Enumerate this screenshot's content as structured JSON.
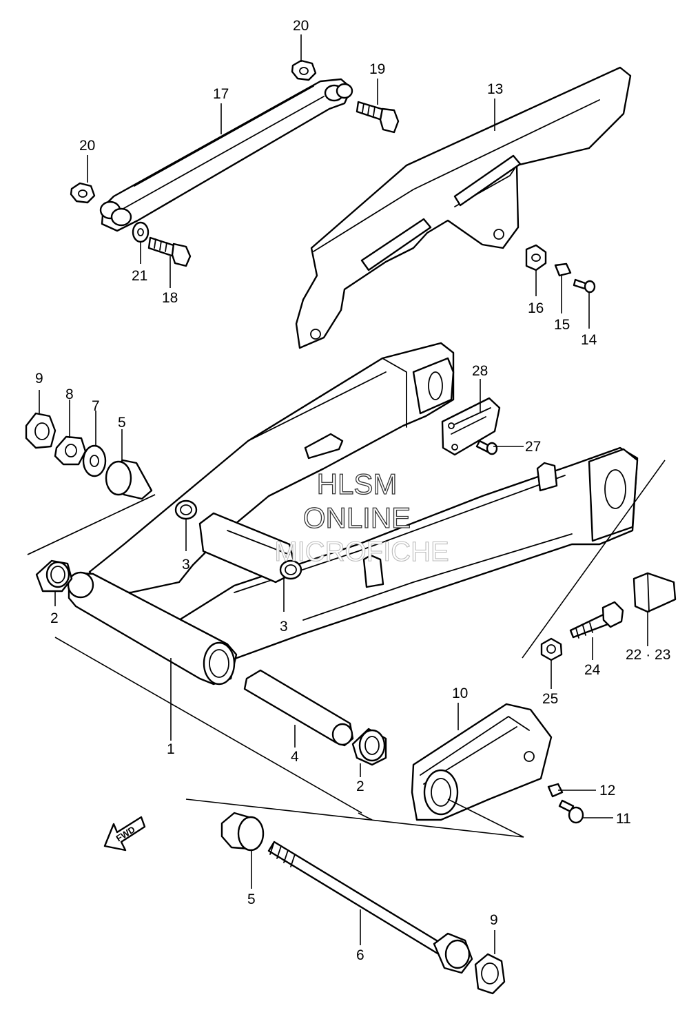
{
  "callouts": {
    "c1": "1",
    "c2a": "2",
    "c2b": "2",
    "c3a": "3",
    "c3b": "3",
    "c4": "4",
    "c5a": "5",
    "c5b": "5",
    "c6": "6",
    "c7": "7",
    "c8": "8",
    "c9a": "9",
    "c9b": "9",
    "c10": "10",
    "c11": "11",
    "c12": "12",
    "c13": "13",
    "c14": "14",
    "c15": "15",
    "c16": "16",
    "c17": "17",
    "c18": "18",
    "c19": "19",
    "c20a": "20",
    "c20b": "20",
    "c21": "21",
    "c22_23": "22 · 23",
    "c24": "24",
    "c25": "25",
    "c27": "27",
    "c28": "28"
  },
  "watermark": {
    "line1": "HLSM",
    "line2": "ONLINE",
    "line3": "MICROFICHE"
  },
  "fwd_label": "FWD"
}
